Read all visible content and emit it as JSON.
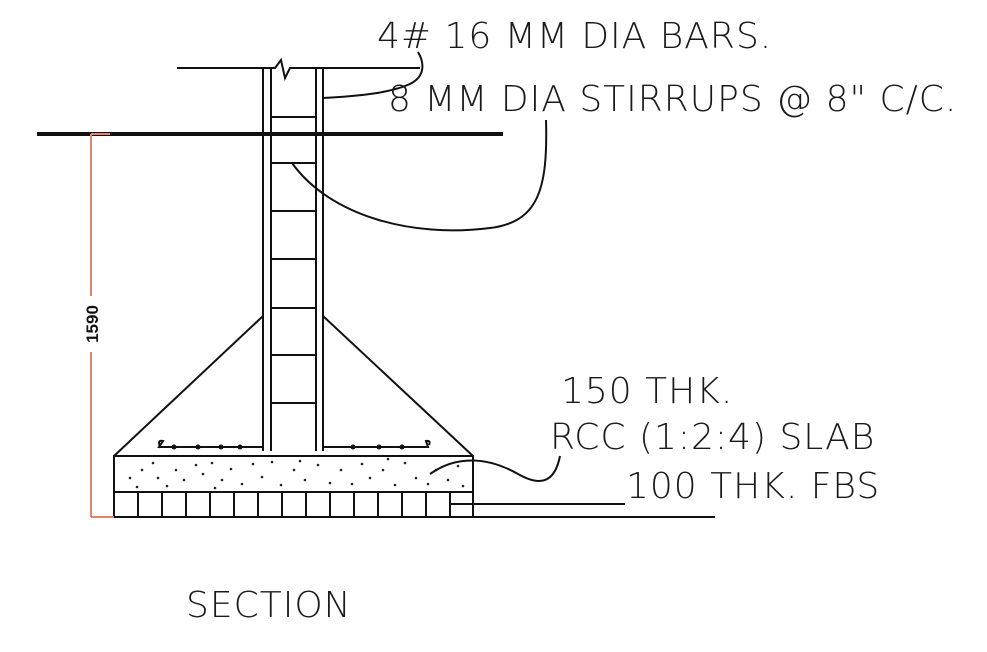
{
  "labels": {
    "main_bars": "4# 16 MM DIA BARS.",
    "stirrups": "8 MM DIA STIRRUPS @ 8\" C/C.",
    "slab_thickness": "150 THK.",
    "slab_type": "RCC (1:2:4) SLAB",
    "fbs": "100 THK. FBS",
    "section_title": "SECTION"
  },
  "dimension": {
    "height_value": "1590"
  },
  "colors": {
    "line": "#111111",
    "dimension_line": "#e8826a"
  }
}
